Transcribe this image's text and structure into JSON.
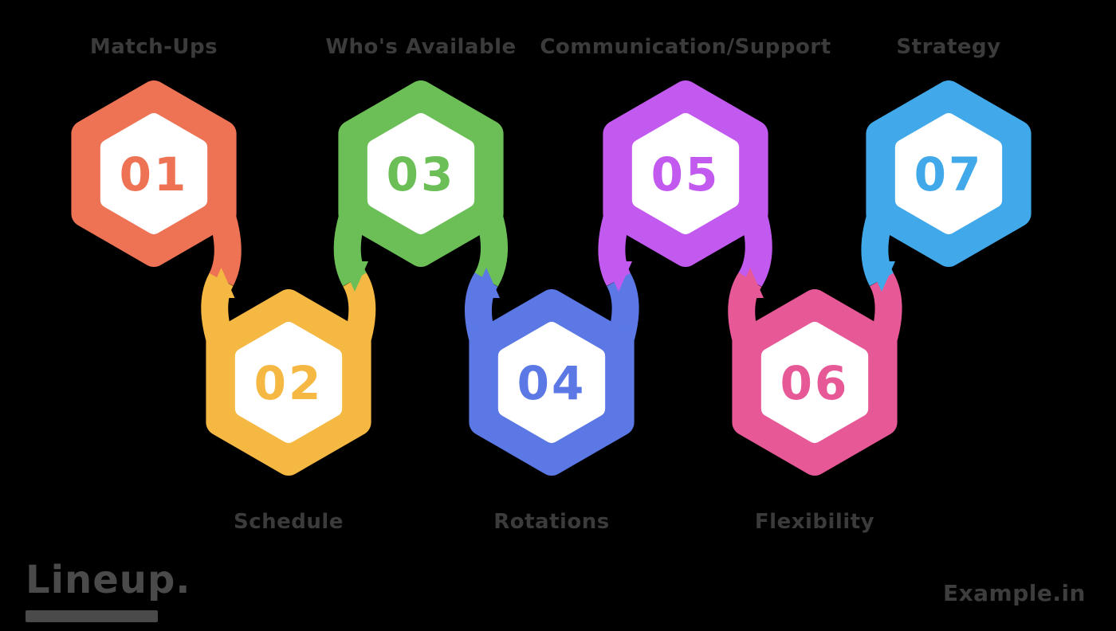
{
  "background": "#000000",
  "title": {
    "text": "Lineup.",
    "color": "#4a4a4a",
    "underline_color": "#4a4a4a"
  },
  "watermark": {
    "text": "Example.in",
    "color": "#3d3d3d"
  },
  "label_color": "#3b3b3b",
  "steps": [
    {
      "number": "01",
      "label": "Match-Ups",
      "color": "#ED7354",
      "row": "top"
    },
    {
      "number": "02",
      "label": "Schedule",
      "color": "#F5B843",
      "row": "bottom"
    },
    {
      "number": "03",
      "label": "Who's Available",
      "color": "#6CBF57",
      "row": "top"
    },
    {
      "number": "04",
      "label": "Rotations",
      "color": "#5B78E5",
      "row": "bottom"
    },
    {
      "number": "05",
      "label": "Communication/Support",
      "color": "#C35AF0",
      "row": "top"
    },
    {
      "number": "06",
      "label": "Flexibility",
      "color": "#E75897",
      "row": "bottom"
    },
    {
      "number": "07",
      "label": "Strategy",
      "color": "#41A9EA",
      "row": "top"
    }
  ]
}
